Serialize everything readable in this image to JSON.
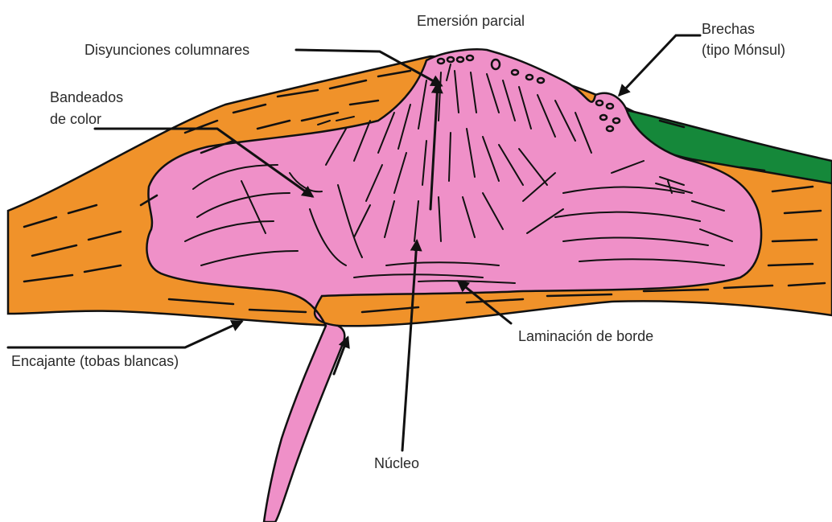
{
  "title": "",
  "colors": {
    "encajante": "#f0922a",
    "domo": "#ef90c8",
    "brechas": "#15883a",
    "linework": "#111111",
    "text": "#2a2a2a"
  },
  "labels": {
    "emersion": "Emersión parcial",
    "brechas_l1": "Brechas",
    "brechas_l2": "(tipo Mónsul)",
    "disyunciones": "Disyunciones columnares",
    "bandeados_l1": "Bandeados",
    "bandeados_l2": "de color",
    "encajante": "Encajante (tobas blancas)",
    "laminacion": "Laminación de borde",
    "nucleo": "Núcleo"
  }
}
